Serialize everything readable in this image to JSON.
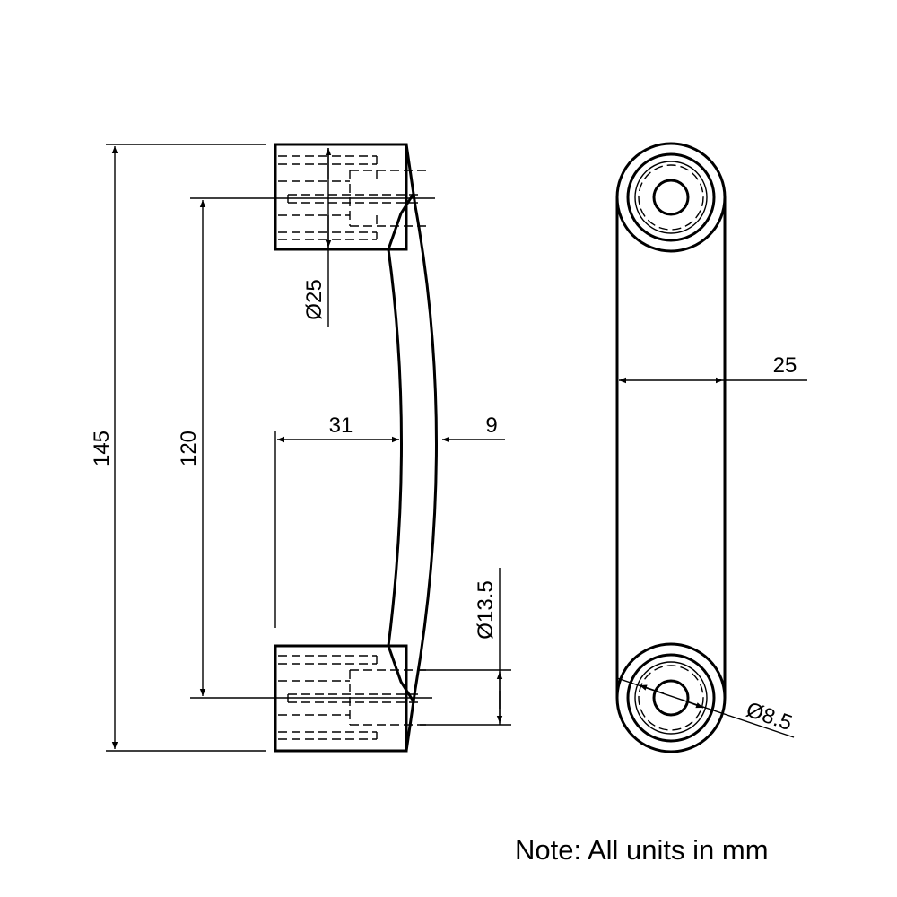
{
  "dimensions": {
    "overall_length": "145",
    "hole_spacing": "120",
    "end_diameter": "Ø25",
    "handle_offset": "31",
    "handle_thickness": "9",
    "counterbore_diameter": "Ø13.5",
    "width": "25",
    "hole_diameter": "Ø8.5"
  },
  "note": "Note: All units in mm",
  "colors": {
    "line": "#000000",
    "background": "#ffffff"
  }
}
